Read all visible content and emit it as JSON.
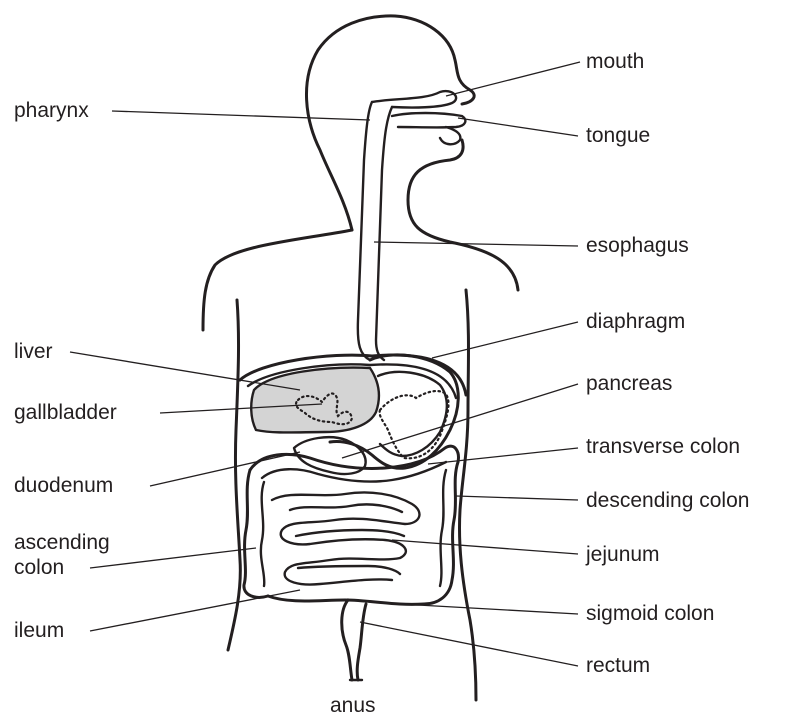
{
  "labels": {
    "mouth": "mouth",
    "pharynx": "pharynx",
    "tongue": "tongue",
    "esophagus": "esophagus",
    "diaphragm": "diaphragm",
    "liver": "liver",
    "pancreas": "pancreas",
    "gallbladder": "gallbladder",
    "transverse_colon": "transverse colon",
    "duodenum": "duodenum",
    "descending_colon": "descending colon",
    "ascending_colon_line1": "ascending",
    "ascending_colon_line2": "colon",
    "jejunum": "jejunum",
    "ileum": "ileum",
    "sigmoid_colon": "sigmoid colon",
    "rectum": "rectum",
    "anus": "anus"
  },
  "colors": {
    "line": "#231f20",
    "liver_fill": "#d4d4d4",
    "background": "#ffffff"
  }
}
